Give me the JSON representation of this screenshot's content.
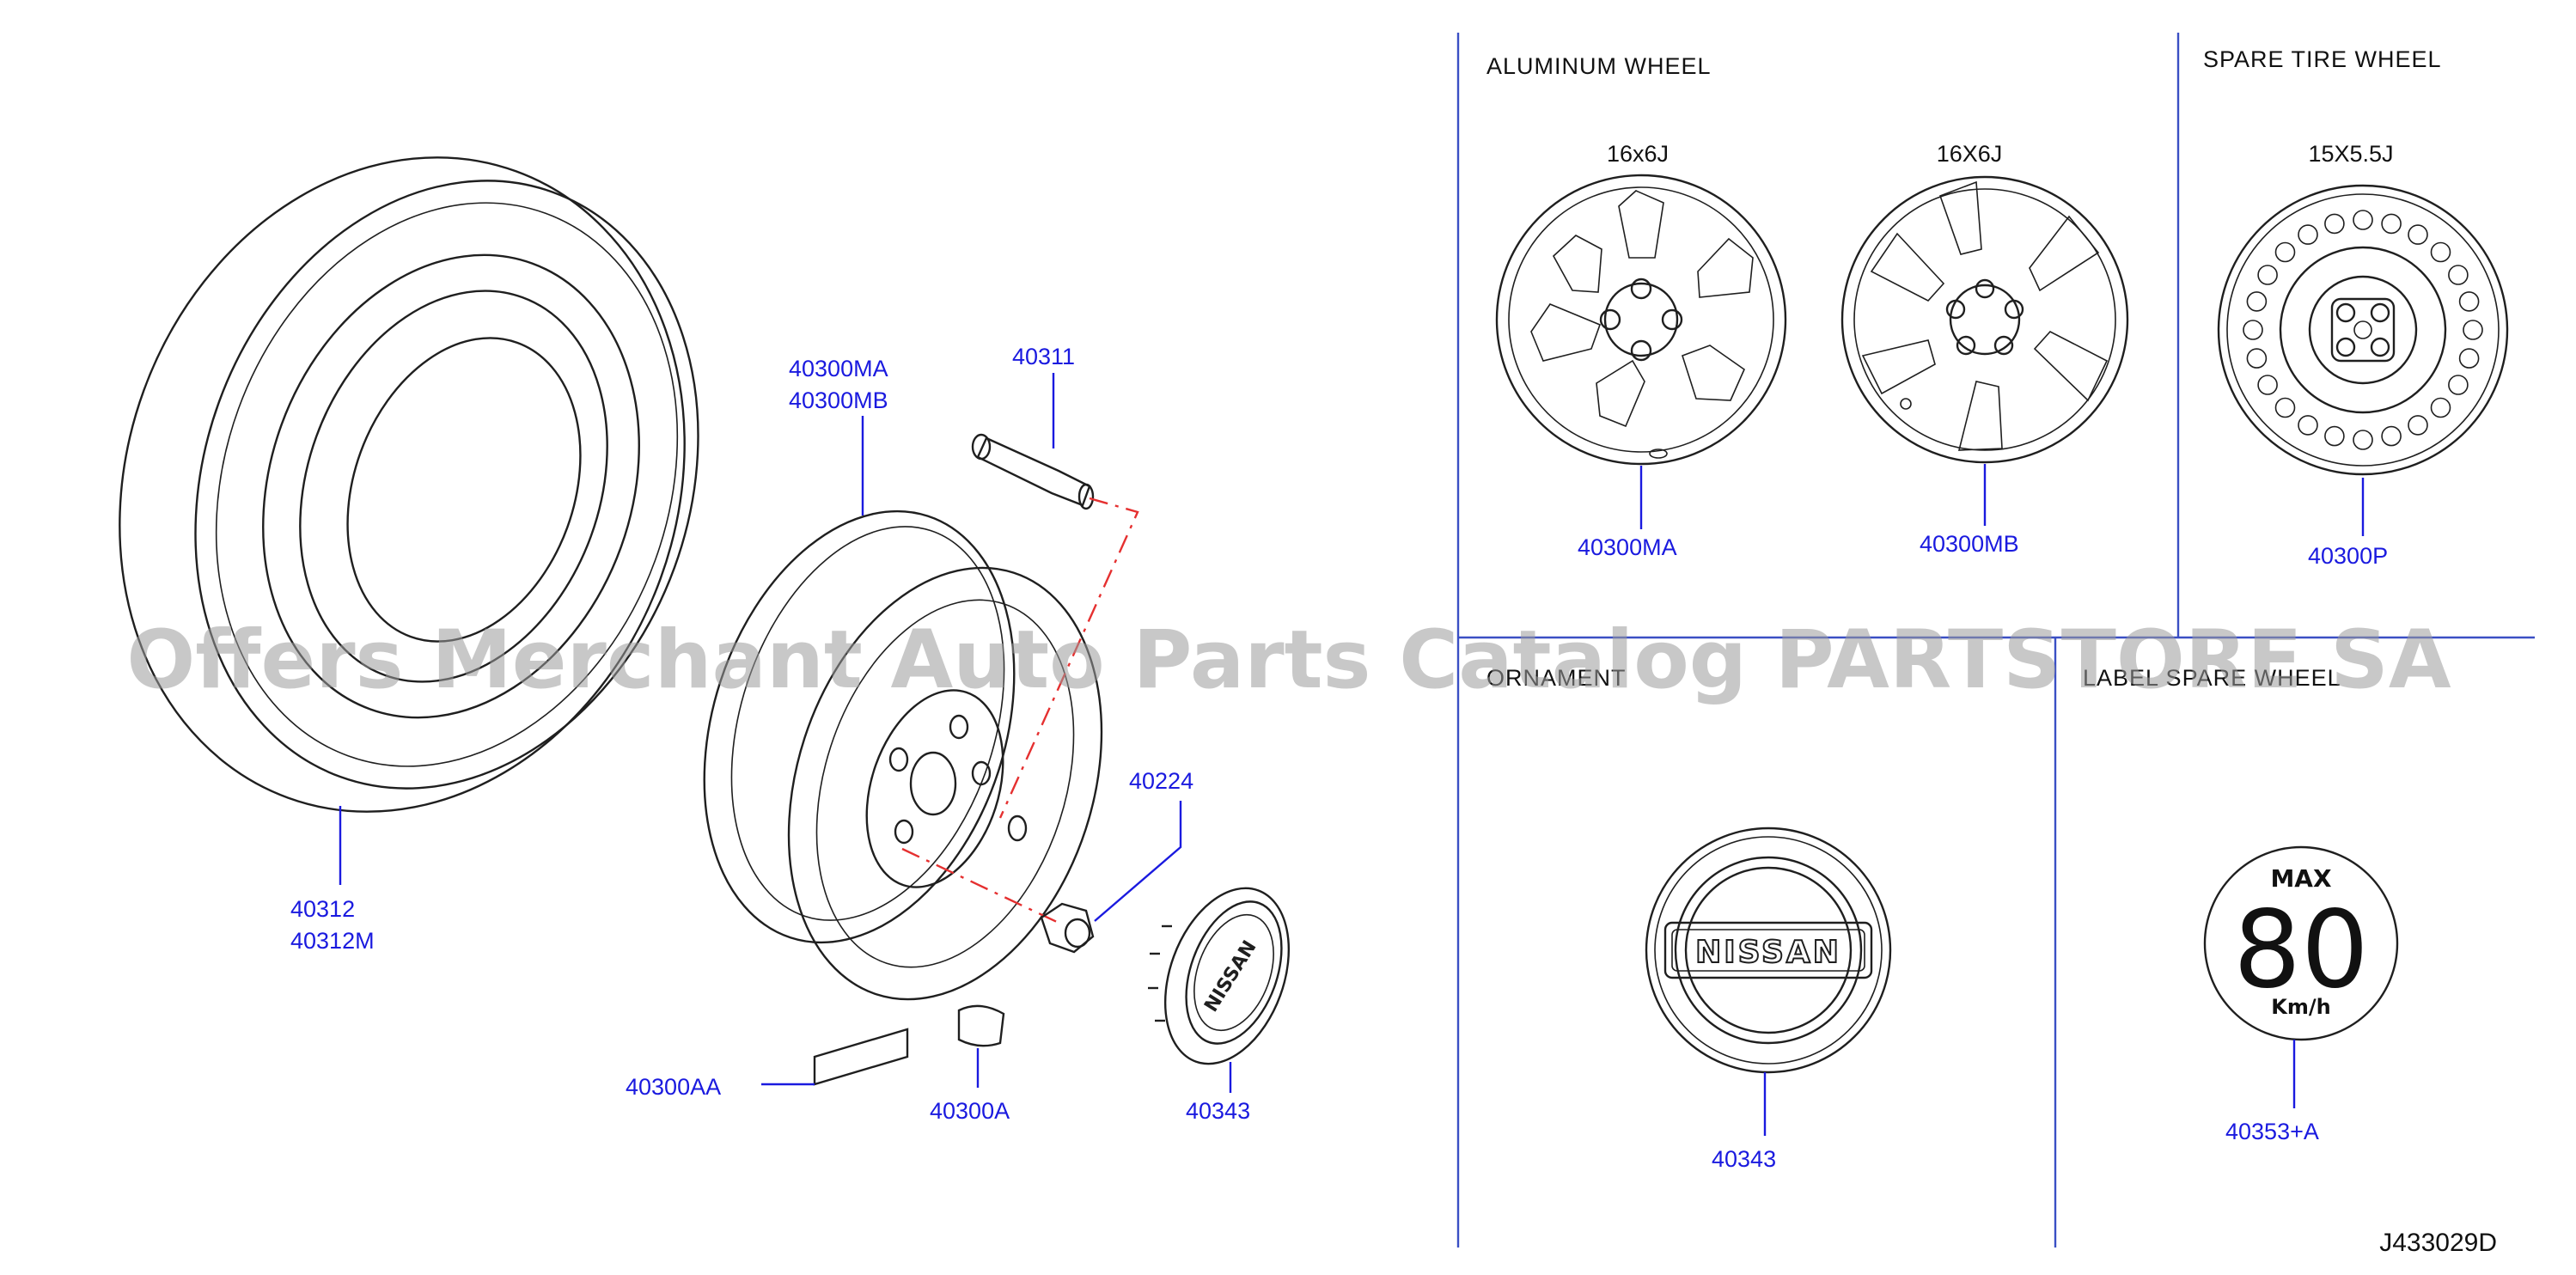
{
  "sections": {
    "aluminum_wheel": "ALUMINUM   WHEEL",
    "spare_tire_wheel": "SPARE   TIRE   WHEEL",
    "ornament": "ORNAMENT",
    "label_spare_wheel": "LABEL SPARE WHEEL"
  },
  "sizes": {
    "wheel_a": "16x6J",
    "wheel_b": "16X6J",
    "spare": "15X5.5J"
  },
  "callouts": {
    "tire_1": "40312",
    "tire_2": "40312M",
    "wheel_1": "40300MA",
    "wheel_2": "40300MB",
    "valve": "40311",
    "nut": "40224",
    "balance_weight_flat": "40300AA",
    "balance_weight_clip": "40300A",
    "cap_left": "40343",
    "alu_a": "40300MA",
    "alu_b": "40300MB",
    "spare": "40300P",
    "ornament": "40343",
    "label": "40353+A"
  },
  "emblem_text": "NISSAN",
  "label_badge": {
    "top": "MAX",
    "value": "80",
    "unit": "Km/h"
  },
  "diagram_code": "J433029D",
  "watermark": "Offers Merchant Auto Parts Catalog PARTSTORE SA",
  "colors": {
    "callout": "#1a1adf",
    "leader": "#1a1adf",
    "divider": "#3a4fc4",
    "valve_path": "#e53030",
    "line_art": "#1f1f1f"
  }
}
